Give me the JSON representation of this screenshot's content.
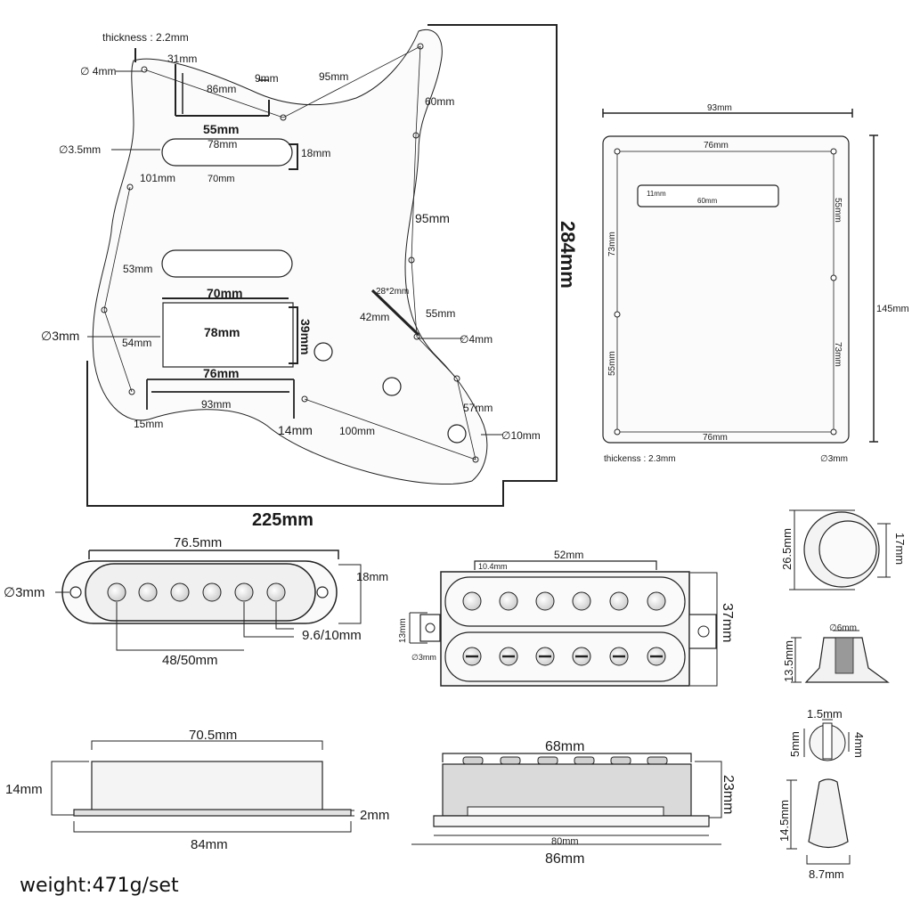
{
  "pickguard": {
    "thickness": "thickness : 2.2mm",
    "hole_4mm_top": "∅ 4mm",
    "d31": "31mm",
    "d86": "86mm",
    "d9": "9mm",
    "d95_top": "95mm",
    "d60": "60mm",
    "d55_top": "55mm",
    "hole_3_5mm": "∅3.5mm",
    "d78_top": "78mm",
    "d18": "18mm",
    "d101": "101mm",
    "d70_top": "70mm",
    "d95_right": "95mm",
    "d284": "284mm",
    "d53": "53mm",
    "d28x2": "28*2mm",
    "d70_mid": "70mm",
    "d42": "42mm",
    "d55_right": "55mm",
    "hole_3mm_left": "∅3mm",
    "d78_mid": "78mm",
    "d39": "39mm",
    "d54": "54mm",
    "hole_4mm_right": "∅4mm",
    "d76": "76mm",
    "d93": "93mm",
    "d57": "57mm",
    "d15": "15mm",
    "d14": "14mm",
    "d100": "100mm",
    "hole_10mm": "∅10mm",
    "d225": "225mm"
  },
  "backplate": {
    "d93": "93mm",
    "d76_top": "76mm",
    "d11": "11mm",
    "d60": "60mm",
    "d55_right": "55mm",
    "d73_left": "73mm",
    "d145": "145mm",
    "d73_right": "73mm",
    "d55_left": "55mm",
    "d76_bottom": "76mm",
    "thickness": "thickenss : 2.3mm",
    "hole_3mm": "∅3mm"
  },
  "single_coil_top": {
    "d76_5": "76.5mm",
    "hole_3mm": "∅3mm",
    "d18": "18mm",
    "d9_6": "9.6/10mm",
    "d48_50": "48/50mm"
  },
  "humbucker_top": {
    "d52": "52mm",
    "d10_4": "10.4mm",
    "d37": "37mm",
    "d13": "13mm",
    "hole_3mm": "∅3mm"
  },
  "single_coil_side": {
    "d70_5": "70.5mm",
    "d14": "14mm",
    "d2": "2mm",
    "d84": "84mm"
  },
  "humbucker_side": {
    "d68": "68mm",
    "d23": "23mm",
    "d80": "80mm",
    "d86": "86mm"
  },
  "knob_top": {
    "d26_5": "26.5mm",
    "d17": "17mm"
  },
  "knob_side": {
    "d6": "∅6mm",
    "d13_5": "13.5mm"
  },
  "switch": {
    "d1_5": "1.5mm",
    "d5": "5mm",
    "d4": "4mm"
  },
  "switch_tip": {
    "d14_5": "14.5mm",
    "d8_7": "8.7mm"
  },
  "weight": "weight:471g/set",
  "colors": {
    "line": "#222222",
    "part_fill": "#f4f4f4",
    "shade": "#dcdcdc"
  }
}
